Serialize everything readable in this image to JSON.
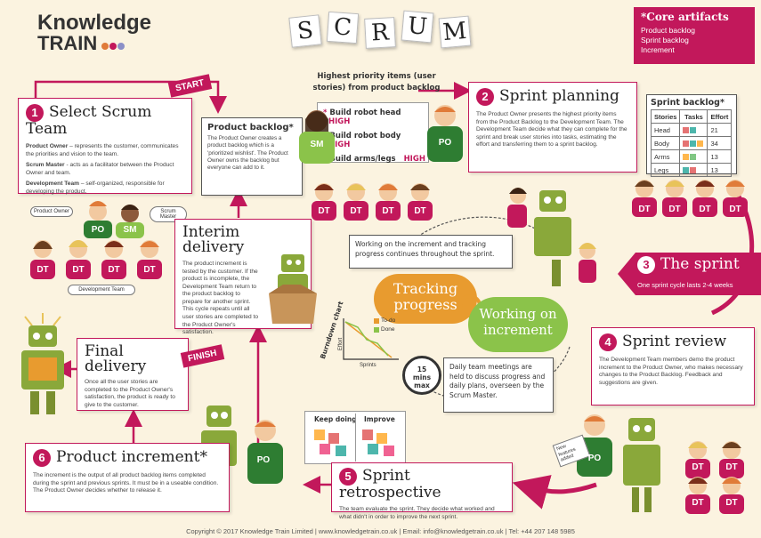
{
  "brand": {
    "line1": "Knowledge",
    "line2": "TRAIN"
  },
  "title_letters": [
    "S",
    "C",
    "R",
    "U",
    "M"
  ],
  "core_artifacts": {
    "title": "*Core artifacts",
    "items": [
      "Product backlog",
      "Sprint backlog",
      "Increment"
    ]
  },
  "start_label": "START",
  "finish_label": "FINISH",
  "step1": {
    "number": "1",
    "title": "Select Scrum Team",
    "roles": [
      {
        "name": "Product Owner",
        "desc": " – represents the customer, communicates the priorities and vision to the team."
      },
      {
        "name": "Scrum Master",
        "desc": " - acts as a facilitator between the Product Owner and team."
      },
      {
        "name": "Development Team",
        "desc": " – self-organized, responsible for developing the product."
      }
    ],
    "bubble_po": "Product Owner",
    "bubble_sm": "Scrum Master",
    "bubble_dt": "Development Team"
  },
  "labels": {
    "po": "PO",
    "sm": "SM",
    "dt": "DT"
  },
  "product_backlog": {
    "title": "Product backlog*",
    "text": "The Product Owner creates a product backlog which is a 'prioritized wishlist'. The Product Owner owns the backlog but everyone can add to it."
  },
  "highest_priority": "Highest priority items (user stories) from product backlog",
  "board_items": [
    {
      "text": "Build robot head",
      "priority": "HIGH"
    },
    {
      "text": "Build robot body",
      "priority": "HIGH"
    },
    {
      "text": "Build arms/legs",
      "priority": "HIGH"
    }
  ],
  "step2": {
    "number": "2",
    "title": "Sprint planning",
    "text": "The Product Owner presents the highest priority items from the Product Backlog to the Development Team. The Development Team decide what they can complete for the sprint and break user stories into tasks, estimating the effort and transferring them to a sprint backlog."
  },
  "sprint_backlog": {
    "title": "Sprint backlog*",
    "headers": [
      "Stories",
      "Tasks",
      "Effort"
    ],
    "rows": [
      {
        "story": "Head",
        "effort": "21"
      },
      {
        "story": "Body",
        "effort": "34"
      },
      {
        "story": "Arms",
        "effort": "13"
      },
      {
        "story": "Legs",
        "effort": "13"
      }
    ]
  },
  "step3": {
    "number": "3",
    "title": "The sprint",
    "subtitle": "One sprint cycle lasts 2-4 weeks"
  },
  "working_note": "Working on the increment and tracking progress continues throughout the sprint.",
  "tracking_progress": "Tracking progress",
  "working_on_increment": "Working on increment",
  "burndown": {
    "title": "Burndown chart",
    "ylabel": "Effort",
    "xlabel": "Sprints",
    "legend_todo": "To-do",
    "legend_done": "Done"
  },
  "daily": {
    "clock": "15 mins max",
    "text": "Daily team meetings are held to discuss progress and daily plans, overseen by the Scrum Master."
  },
  "interim": {
    "title": "Interim delivery",
    "text": "The product increment is tested by the customer. If the product is incomplete, the Development Team return to the product backlog to prepare for another sprint. This cycle repeats until all user stories are completed to the Product Owner's satisfaction."
  },
  "step4": {
    "number": "4",
    "title": "Sprint review",
    "text": "The Development Team members demo the product increment to the Product Owner, who makes necessary changes to the Product Backlog. Feedback and suggestions are given."
  },
  "review_card": "New features added",
  "final_delivery": {
    "title": "Final delivery",
    "text": "Once all the user stories are completed to the Product Owner's satisfaction, the product is ready to give to the customer."
  },
  "retro_board": {
    "keep": "Keep doing",
    "improve": "Improve"
  },
  "step5": {
    "number": "5",
    "title": "Sprint retrospective",
    "text": "The team evaluate the sprint. They decide what worked and what didn't in order to improve the next sprint."
  },
  "step6": {
    "number": "6",
    "title": "Product increment*",
    "text": "The increment is the output of all product backlog items completed during the sprint and previous sprints. It must be in a useable condition. The Product Owner decides whether to release it."
  },
  "footer": "Copyright © 2017 Knowledge Train Limited | www.knowledgetrain.co.uk | Email: info@knowledgetrain.co.uk | Tel: +44 207 148 5985",
  "colors": {
    "accent": "#c2185b",
    "green": "#8bc34a",
    "robot": "#8aa83a"
  }
}
